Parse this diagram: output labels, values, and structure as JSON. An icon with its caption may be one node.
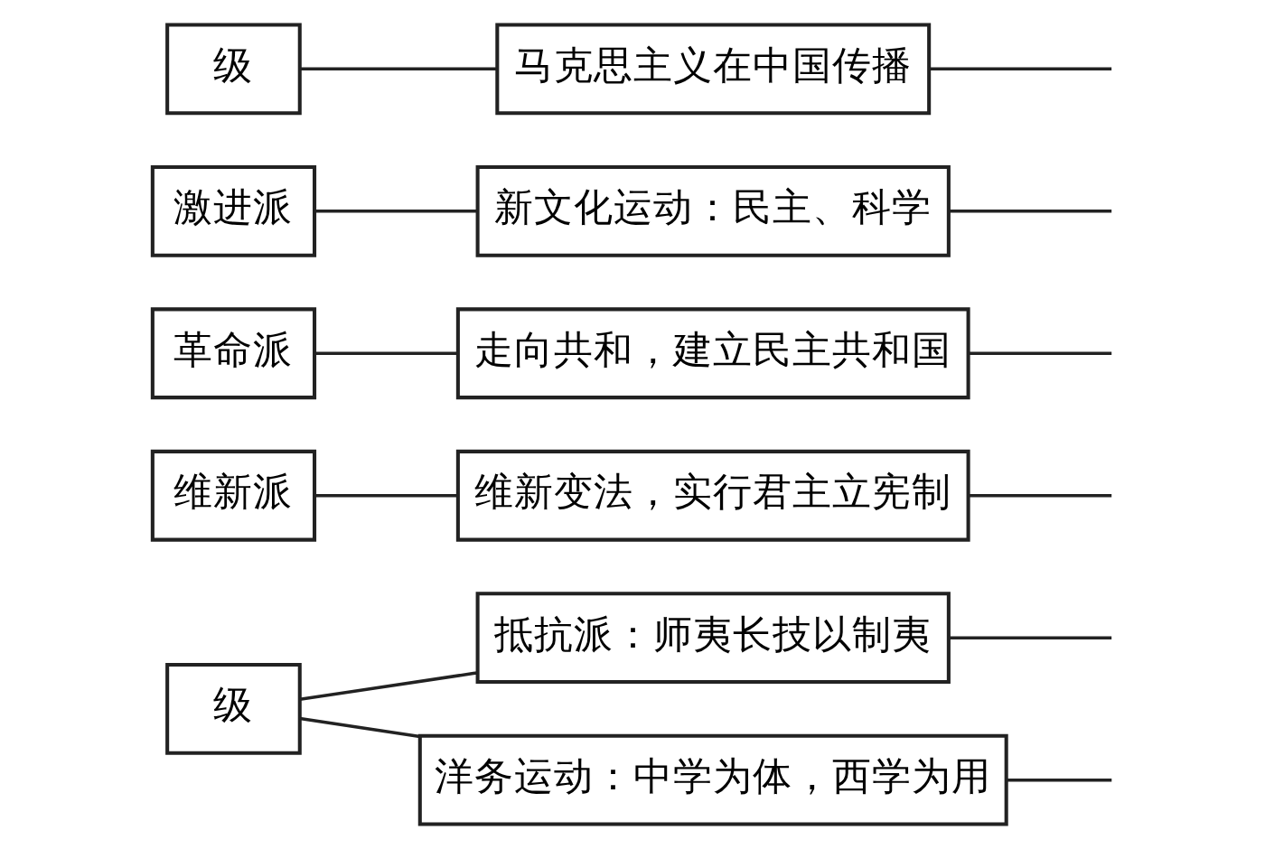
{
  "diagram": {
    "nodes": [
      {
        "text": [
          "级"
        ]
      },
      {
        "text": [
          "抵抗派：师夷长技以制夷"
        ]
      },
      {
        "text": [
          "洋务运动：中学为体，西学为用"
        ]
      },
      {
        "text": [
          "维新派"
        ]
      },
      {
        "text": [
          "维新变法，实行君主立宪制"
        ]
      },
      {
        "text": [
          "革命派"
        ]
      },
      {
        "text": [
          "走向共和，建立民主共和国"
        ]
      },
      {
        "text": [
          "激进派"
        ]
      },
      {
        "text": [
          "新文化运动：民主、科学"
        ]
      },
      {
        "text": [
          "级"
        ]
      },
      {
        "text": [
          "马克思主义在中国传播"
        ]
      }
    ],
    "edges": [
      {
        "from": 0,
        "to": 1,
        "arrow": "none"
      },
      {
        "from": 0,
        "to": 2,
        "arrow": "none"
      },
      {
        "from": 1,
        "to": null,
        "arrow": "none"
      },
      {
        "from": 2,
        "to": null,
        "arrow": "none"
      },
      {
        "from": 3,
        "to": 4,
        "arrow": "none"
      },
      {
        "from": 5,
        "to": 6,
        "arrow": "none"
      },
      {
        "from": 4,
        "to": null,
        "arrow": "none"
      },
      {
        "from": 6,
        "to": null,
        "arrow": "none"
      },
      {
        "from": 7,
        "to": 8,
        "arrow": "none"
      },
      {
        "from": 9,
        "to": 10,
        "arrow": "none"
      },
      {
        "from": 8,
        "to": null,
        "arrow": "none"
      },
      {
        "from": 10,
        "to": null,
        "arrow": "none"
      }
    ]
  }
}
